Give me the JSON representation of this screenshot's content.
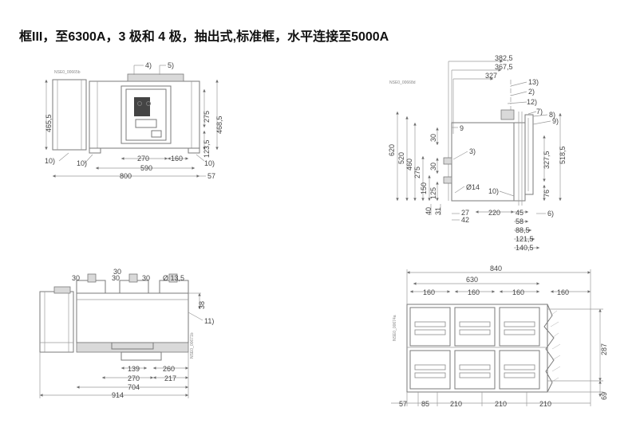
{
  "title": "框III，至6300A，3 极和 4 极，抽出式,标准框，水平连接至5000A",
  "front": {
    "code": "NSE0_00665b",
    "labels": [
      "4)",
      "5)",
      "10)",
      "10)",
      "10)"
    ],
    "dims": [
      "465,5",
      "275",
      "468,5",
      "123,5",
      "270",
      "160",
      "590",
      "800",
      "57"
    ]
  },
  "side": {
    "code": "NSE0_00668d",
    "labels": [
      "13)",
      "2)",
      "12)",
      "7)",
      "8)",
      "9)",
      "9",
      "3)",
      "Ø14",
      "10)",
      "6)"
    ],
    "top_dims": [
      "382,5",
      "367,5",
      "327"
    ],
    "left_dims": [
      "620",
      "520",
      "460",
      "30",
      "30",
      "275",
      "150",
      "125",
      "40",
      "31"
    ],
    "right_dims": [
      "518,5",
      "327,5",
      "76"
    ],
    "bottom_dims": [
      "27",
      "42",
      "220",
      "45",
      "58",
      "88,5",
      "121,5",
      "140,5"
    ]
  },
  "top_view": {
    "code": "NSE0_00671b",
    "labels": [
      "11)"
    ],
    "dims": [
      "30",
      "30",
      "30",
      "30",
      "Ø 13,5",
      "38",
      "139",
      "260",
      "270",
      "217",
      "704",
      "914"
    ]
  },
  "rear": {
    "code": "NSE0_00674a",
    "top_dims": [
      "840",
      "630",
      "160",
      "160",
      "160",
      "160"
    ],
    "right_dims": [
      "287",
      "69"
    ],
    "bottom_dims": [
      "57",
      "85",
      "210",
      "210",
      "210"
    ]
  }
}
